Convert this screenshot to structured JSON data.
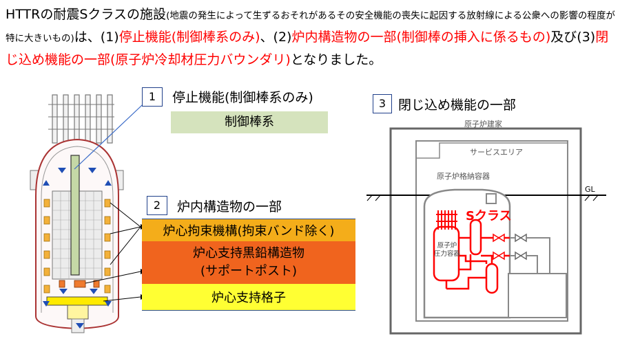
{
  "intro": {
    "part1": "HTTRの耐震Sクラスの施設",
    "paren": "(地震の発生によって生ずるおそれがあるその安全機能の喪失に起因する放射線による公衆への影響の程度が特に大きいもの)",
    "part2": "は、(1)",
    "r1": "停止機能(制御棒系のみ)",
    "part3": "、(2)",
    "r2": "炉内構造物の一部(制御棒の挿入に係るもの)",
    "part4": "及び(3)",
    "r3": "閉じ込め機能の一部(原子炉冷却材圧力バウンダリ)",
    "part5": "となりました。"
  },
  "sec1": {
    "num": "1",
    "title": "停止機能(制御棒系のみ)",
    "box": "制御棒系",
    "box_color": "#d5e3bd"
  },
  "sec2": {
    "num": "2",
    "title": "炉内構造物の一部",
    "layers": [
      {
        "text": "炉心拘束機構(拘束バンド除く)",
        "color": "#f4ad1a"
      },
      {
        "line1": "炉心支持黒鉛構造物",
        "line2": "(サポートポスト)",
        "color": "#f0641e"
      },
      {
        "text": "炉心支持格子",
        "color": "#ffff33"
      }
    ]
  },
  "sec3": {
    "num": "3",
    "title": "閉じ込め機能の一部",
    "building": "原子炉建家",
    "service": "サービスエリア",
    "containment": "原子炉格納容器",
    "sclass": "Sクラス",
    "vessel_line1": "原子炉",
    "vessel_line2": "圧力容器",
    "gl": "GL"
  }
}
